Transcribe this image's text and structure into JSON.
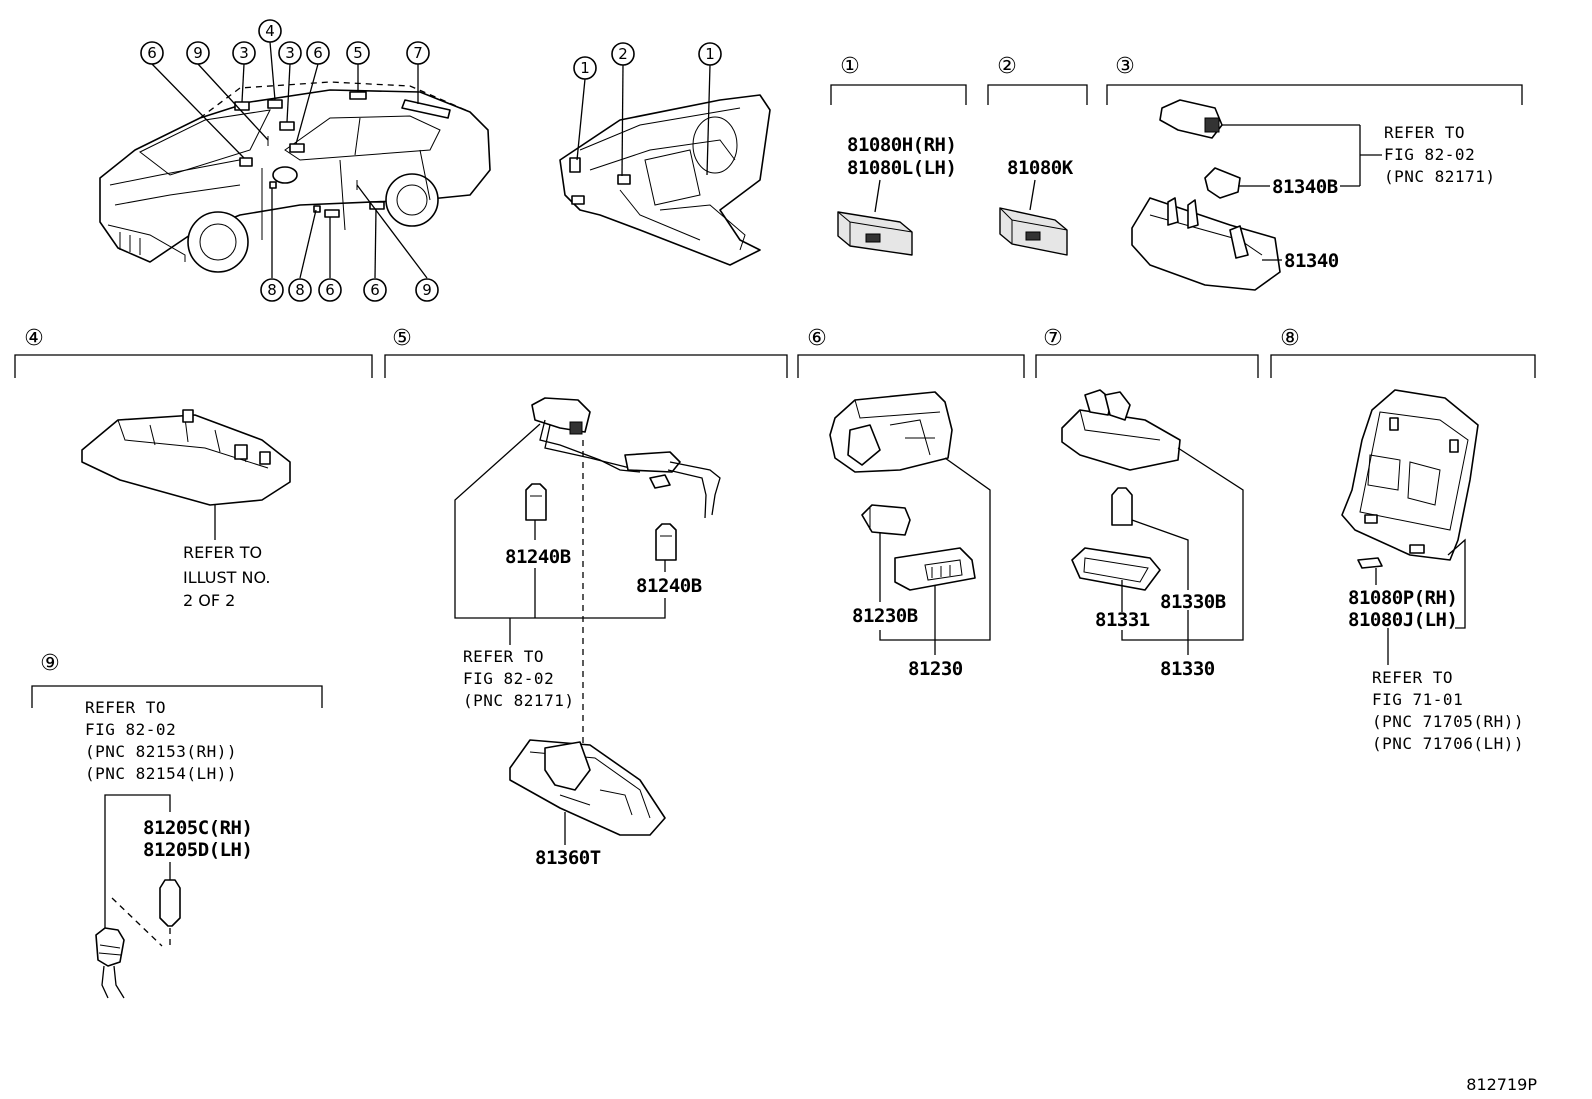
{
  "circled_numbers": [
    "①",
    "②",
    "③",
    "④",
    "⑤",
    "⑥",
    "⑦",
    "⑧",
    "⑨"
  ],
  "callouts": {
    "car_top": [
      "6",
      "9",
      "3",
      "4",
      "3",
      "6",
      "5",
      "7"
    ],
    "car_bottom": [
      "8",
      "8",
      "6",
      "6",
      "9"
    ],
    "dash": [
      "1",
      "2",
      "1"
    ]
  },
  "sections": [
    {
      "id": "1",
      "parts": [
        "81080H(RH)",
        "81080L(LH)"
      ]
    },
    {
      "id": "2",
      "parts": [
        "81080K"
      ]
    },
    {
      "id": "3",
      "parts": [
        "81340B",
        "81340"
      ],
      "refer": [
        "REFER TO",
        "FIG 82-02",
        "(PNC 82171)"
      ]
    },
    {
      "id": "4",
      "refer": [
        "REFER TO",
        "ILLUST NO.",
        "2 OF 2"
      ]
    },
    {
      "id": "5",
      "parts": [
        "81240B",
        "81240B",
        "81360T"
      ],
      "refer": [
        "REFER TO",
        "FIG 82-02",
        "(PNC 82171)"
      ]
    },
    {
      "id": "6",
      "parts": [
        "81230B",
        "81230"
      ]
    },
    {
      "id": "7",
      "parts": [
        "81330B",
        "81331",
        "81330"
      ]
    },
    {
      "id": "8",
      "parts": [
        "81080P(RH)",
        "81080J(LH)"
      ],
      "refer": [
        "REFER TO",
        "FIG 71-01",
        "(PNC 71705(RH))",
        "(PNC 71706(LH))"
      ]
    },
    {
      "id": "9",
      "parts": [
        "81205C(RH)",
        "81205D(LH)"
      ],
      "refer": [
        "REFER TO",
        "FIG 82-02",
        "(PNC 82153(RH))",
        "(PNC 82154(LH))"
      ]
    }
  ],
  "diagram_id": "812719P"
}
